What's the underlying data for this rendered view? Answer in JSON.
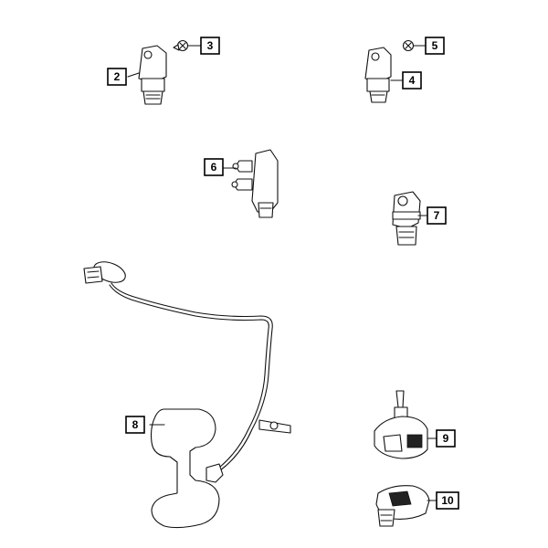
{
  "callouts": [
    {
      "id": "2",
      "label": "2"
    },
    {
      "id": "3",
      "label": "3"
    },
    {
      "id": "4",
      "label": "4"
    },
    {
      "id": "5",
      "label": "5"
    },
    {
      "id": "6",
      "label": "6"
    },
    {
      "id": "7",
      "label": "7"
    },
    {
      "id": "8",
      "label": "8"
    },
    {
      "id": "9",
      "label": "9"
    },
    {
      "id": "10",
      "label": "10"
    }
  ]
}
